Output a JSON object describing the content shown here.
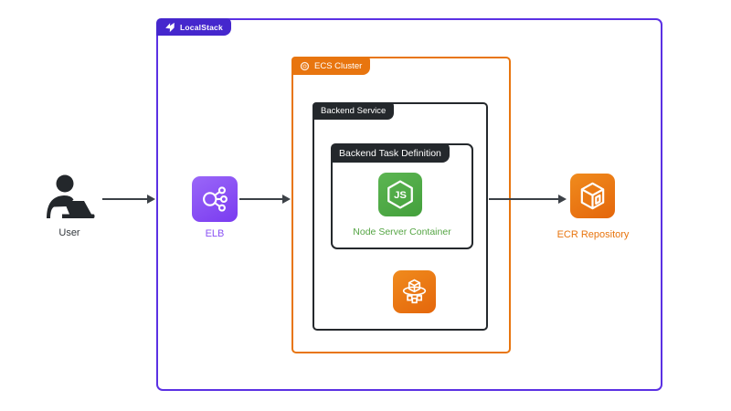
{
  "groups": {
    "localstack": {
      "label": "LocalStack",
      "border_color": "#5b31e3",
      "tag_bg": "#4527cd",
      "tag_icon": "localstack-logo-icon"
    },
    "ecs_cluster": {
      "label": "ECS Cluster",
      "color": "#e8750f",
      "tag_icon": "ecs-ring-icon"
    },
    "backend_service": {
      "label": "Backend Service",
      "color": "#24282c"
    },
    "backend_task_definition": {
      "label": "Backend Task Definition",
      "color": "#24282c"
    }
  },
  "nodes": {
    "user": {
      "label": "User",
      "icon": "person-at-laptop-icon",
      "label_color": "#32373c"
    },
    "elb": {
      "label": "ELB",
      "icon": "load-balancer-icon",
      "icon_bg": "#8a52f4",
      "label_color": "#8a52f4"
    },
    "node_server": {
      "label": "Node Server Container",
      "icon": "nodejs-hexagon-js-icon",
      "icon_bg": "#4fae46",
      "label_color": "#55a544"
    },
    "ecs_service": {
      "icon": "ecs-cube-orbit-icon",
      "icon_bg": "#e8750f"
    },
    "ecr": {
      "label": "ECR Repository",
      "icon": "ecr-cube-icon",
      "icon_bg": "#e8750f",
      "label_color": "#e8750f"
    }
  },
  "arrows": [
    {
      "from": "user",
      "to": "localstack-boundary"
    },
    {
      "from": "elb",
      "to": "ecs-cluster-boundary"
    },
    {
      "from": "backend-service",
      "to": "ecr"
    }
  ],
  "colors": {
    "background": "#ffffff",
    "arrow": "#3c4147"
  }
}
